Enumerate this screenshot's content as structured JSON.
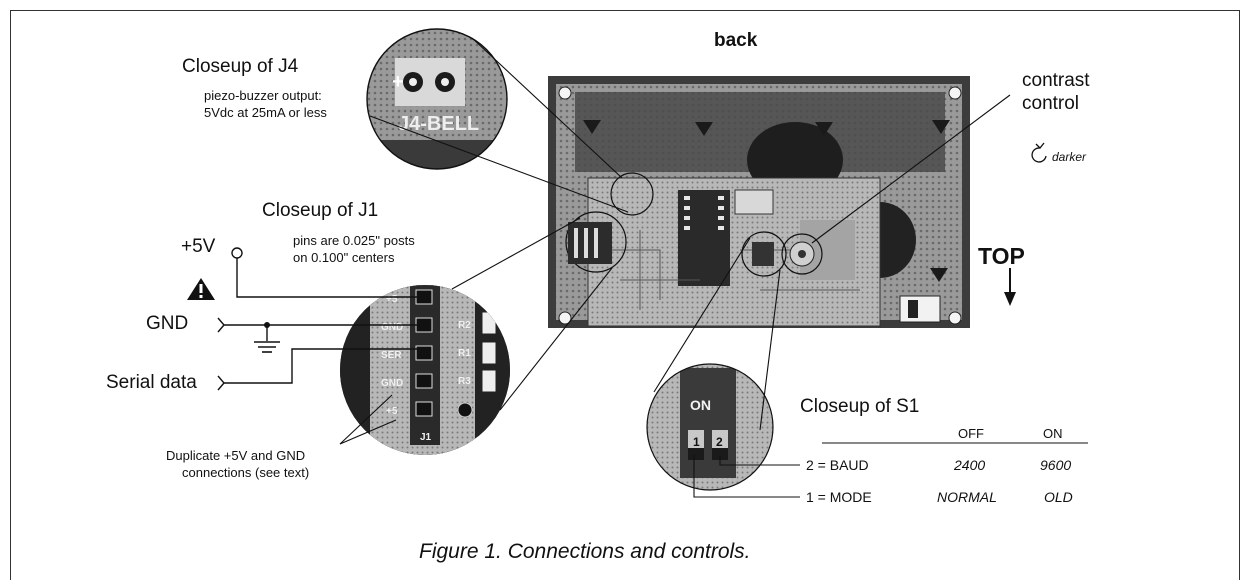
{
  "labels": {
    "back": "back",
    "closeup_j4": "Closeup of J4",
    "j4_note_line1": "piezo-buzzer output:",
    "j4_note_line2": "5Vdc at 25mA or less",
    "closeup_j1": "Closeup of J1",
    "j1_note_line1": "pins are 0.025\" posts",
    "j1_note_line2": "on 0.100\" centers",
    "plus5v": "+5V",
    "gnd": "GND",
    "serial_data": "Serial data",
    "duplicate_line1": "Duplicate +5V and GND",
    "duplicate_line2": "connections (see text)",
    "contrast_line1": "contrast",
    "contrast_line2": "control",
    "darker": "darker",
    "top": "TOP",
    "closeup_s1": "Closeup of S1",
    "caption": "Figure 1. Connections and controls."
  },
  "switch_table": {
    "headers": [
      "OFF",
      "ON"
    ],
    "rows": [
      {
        "label": "2 = BAUD",
        "off": "2400",
        "on": "9600"
      },
      {
        "label": "1 = MODE",
        "off": "NORMAL",
        "on": "OLD"
      }
    ]
  },
  "pcb_silkscreen": {
    "j1_pins": [
      "+5",
      "GND",
      "SER",
      "GND",
      "+5"
    ],
    "resistors": [
      "R2",
      "R1",
      "R3"
    ],
    "dip_on": "ON"
  },
  "colors": {
    "line": "#111111",
    "pcb_dark": "#3a3a3a",
    "pcb_mid": "#8a8a8a",
    "pcb_light": "#c8c8c8"
  },
  "icons": [
    "warning-triangle-icon",
    "ground-symbol-icon",
    "down-arrow-icon",
    "rotate-arrow-icon"
  ]
}
